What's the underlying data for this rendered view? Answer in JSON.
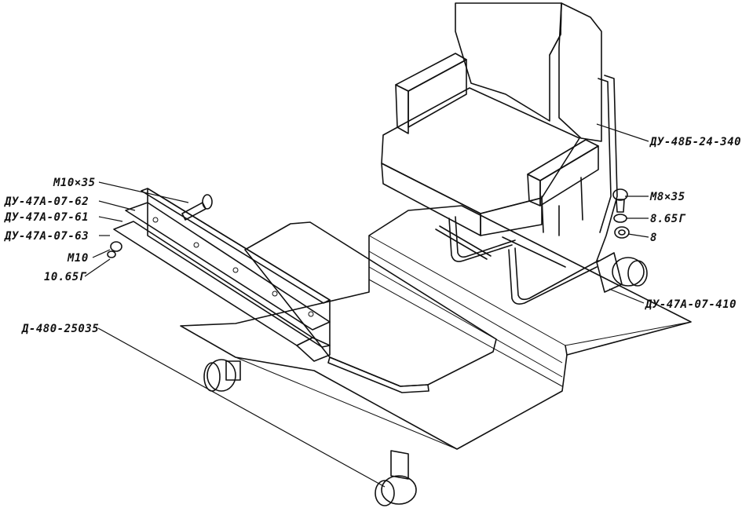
{
  "labels": {
    "m10x35": "M10×35",
    "du47a_07_62": "ДУ-47А-07-62",
    "du47a_07_61": "ДУ-47А-07-61",
    "du47a_07_63": "ДУ-47А-07-63",
    "m10": "M10",
    "g1065": "10.65Г",
    "d480": "Д-480-25035",
    "du48b": "ДУ-48Б-24-340",
    "m8x35": "M8×35",
    "g865": "8.65Г",
    "n8": "8",
    "du47a_07_410": "ДУ-47А-07-410"
  }
}
